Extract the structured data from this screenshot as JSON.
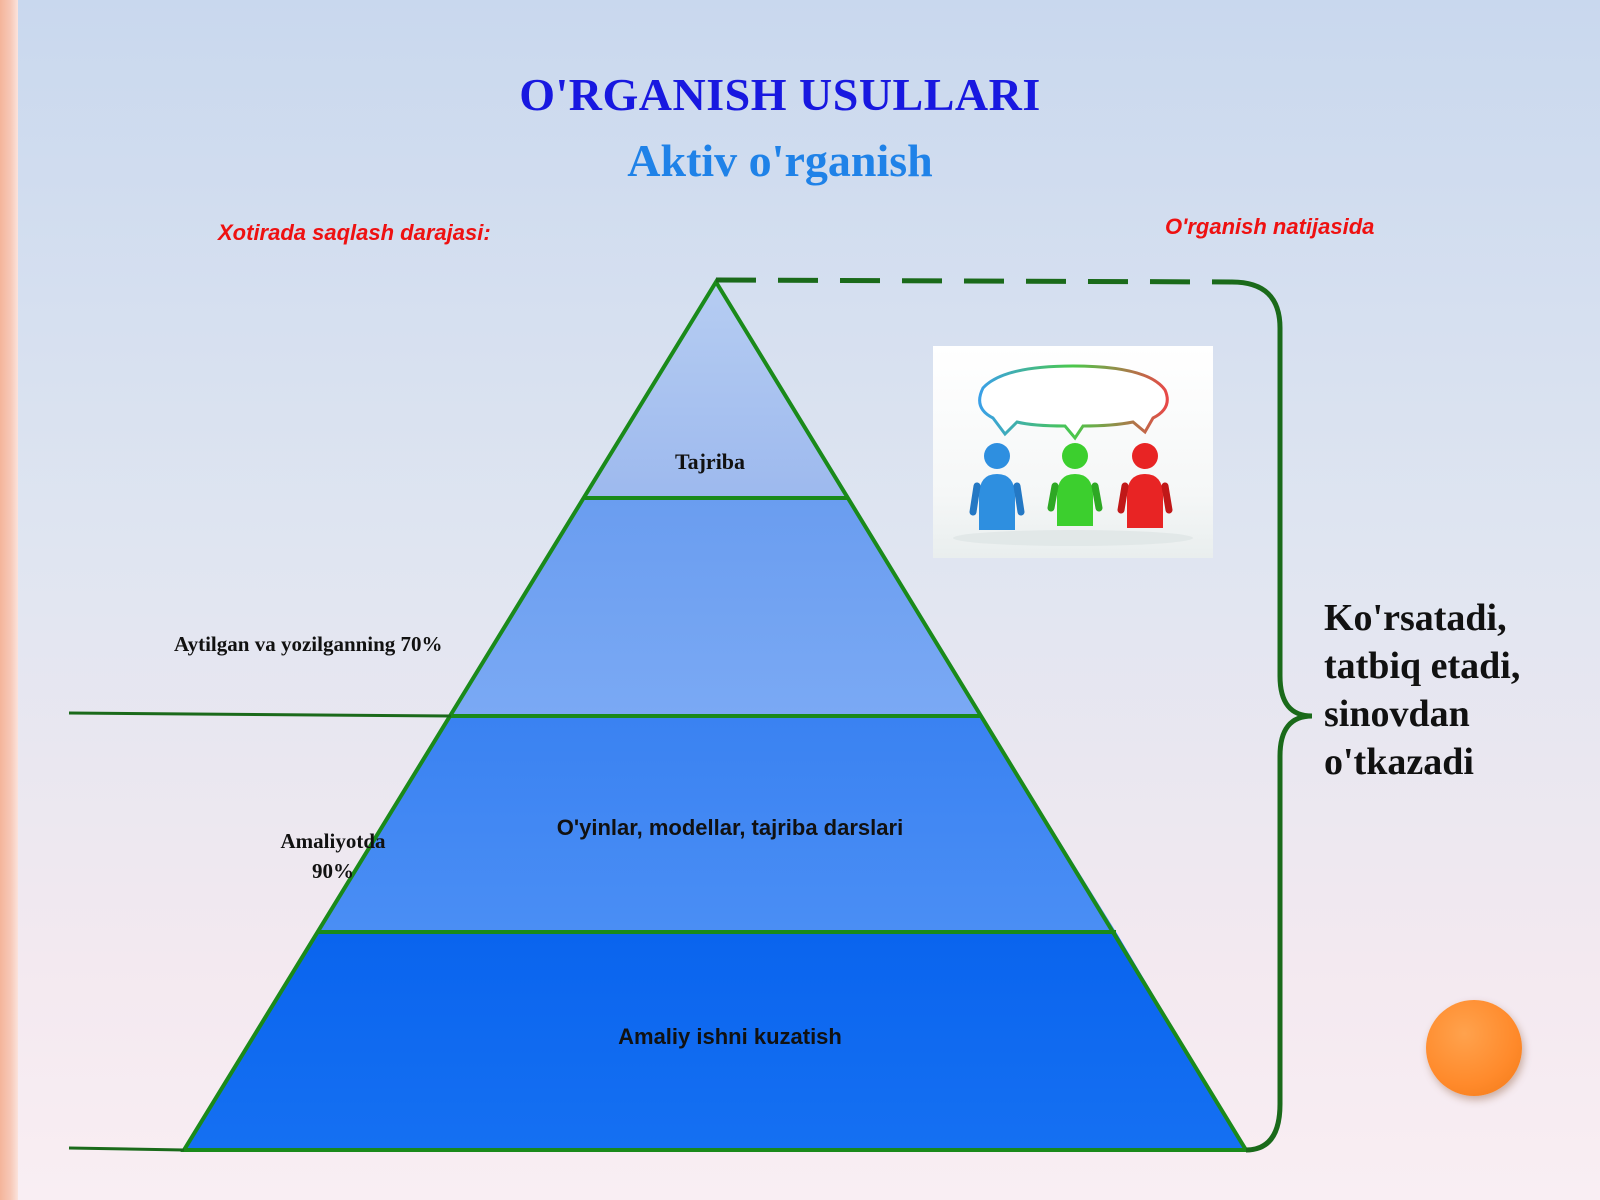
{
  "slide": {
    "title": "O'RGANISH USULLARI",
    "subtitle": "Aktiv o'rganish",
    "left_heading": "Xotirada saqlash darajasi:",
    "right_heading": "O'rganish natijasida"
  },
  "pyramid": {
    "layers": [
      {
        "label": "Tajriba",
        "color": "#a6c0ef"
      },
      {
        "label": "",
        "color": "#6ea1f1"
      },
      {
        "label": "O'yinlar, modellar, tajriba darslari",
        "color": "#3f86f2"
      },
      {
        "label": "Amaliy ishni kuzatish",
        "color": "#0f6af0"
      }
    ],
    "outline_color": "#1a8a1a"
  },
  "retention": [
    {
      "label": "Aytilgan va yozilganning 70%"
    },
    {
      "label_line1": "Amaliyotda",
      "label_line2": "90%"
    }
  ],
  "outcome": {
    "lines": [
      "Ko'rsatadi,",
      "tatbiq etadi,",
      "sinovdan",
      "o'tkazadi"
    ]
  },
  "illustration": {
    "icon": "people-discussion-icon",
    "figure_colors": [
      "#2e8fe0",
      "#3ccf2e",
      "#e82424"
    ]
  },
  "decor": {
    "accent": "#ff8a2b"
  }
}
